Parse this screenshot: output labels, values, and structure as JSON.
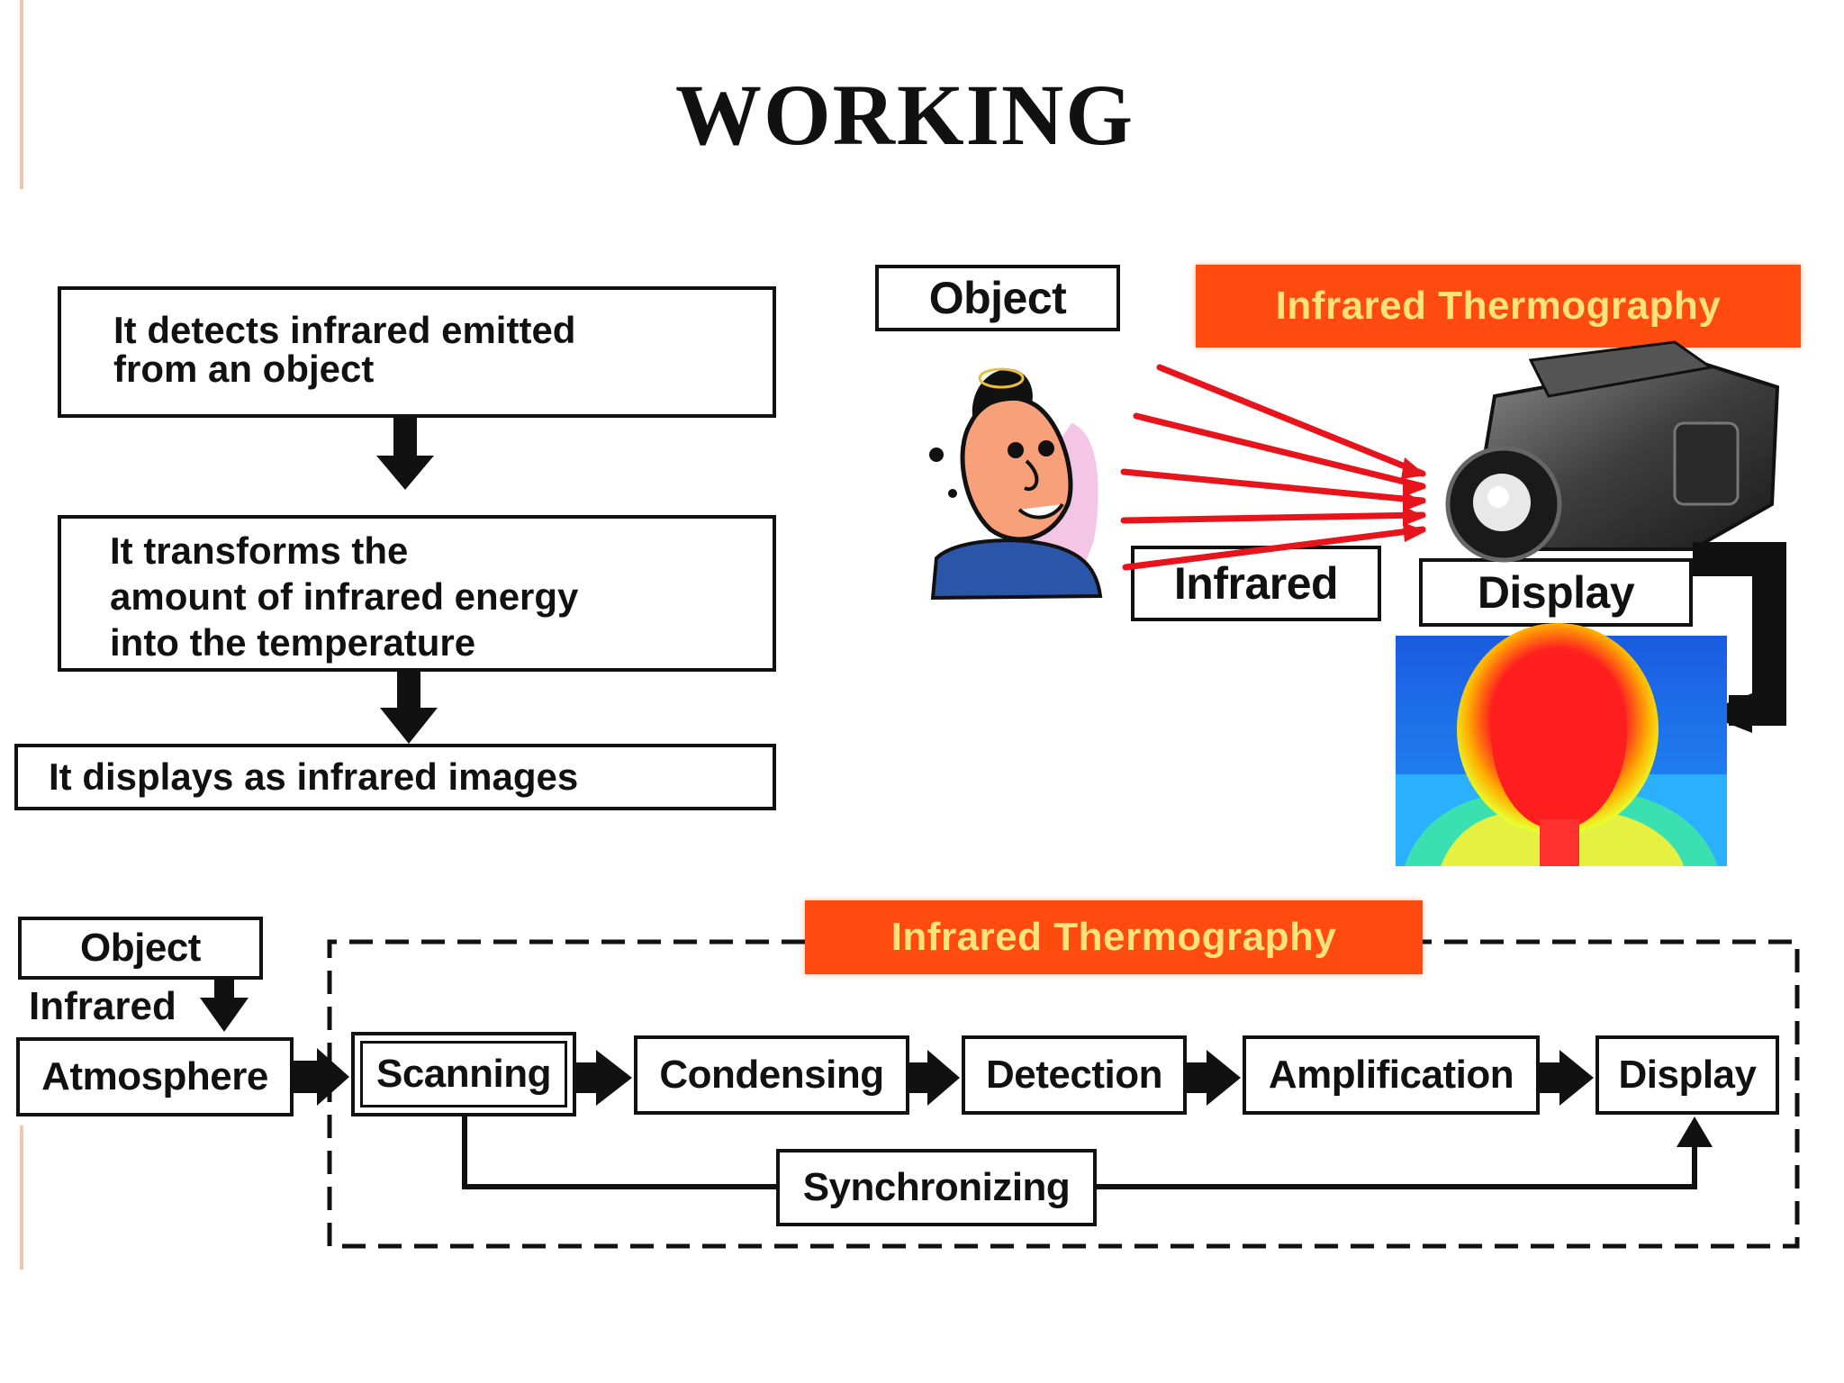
{
  "slide": {
    "title": "WORKING"
  },
  "flow_steps": [
    "It detects infrared emitted\nfrom an object",
    "It transforms the\namount of infrared energy\ninto the temperature",
    "It displays as infrared images"
  ],
  "illustration": {
    "object_label": "Object",
    "banner_label": "Infrared Thermography",
    "infrared_label": "Infrared",
    "display_label": "Display"
  },
  "process": {
    "object_label": "Object",
    "infrared_label": "Infrared",
    "atmosphere_label": "Atmosphere",
    "banner_label": "Infrared Thermography",
    "stages": [
      "Scanning",
      "Condensing",
      "Detection",
      "Amplification",
      "Display"
    ],
    "sync_label": "Synchronizing"
  },
  "colors": {
    "banner": "#ff4a10",
    "banner_text": "#ffe27a",
    "ray": "#e8141c"
  }
}
